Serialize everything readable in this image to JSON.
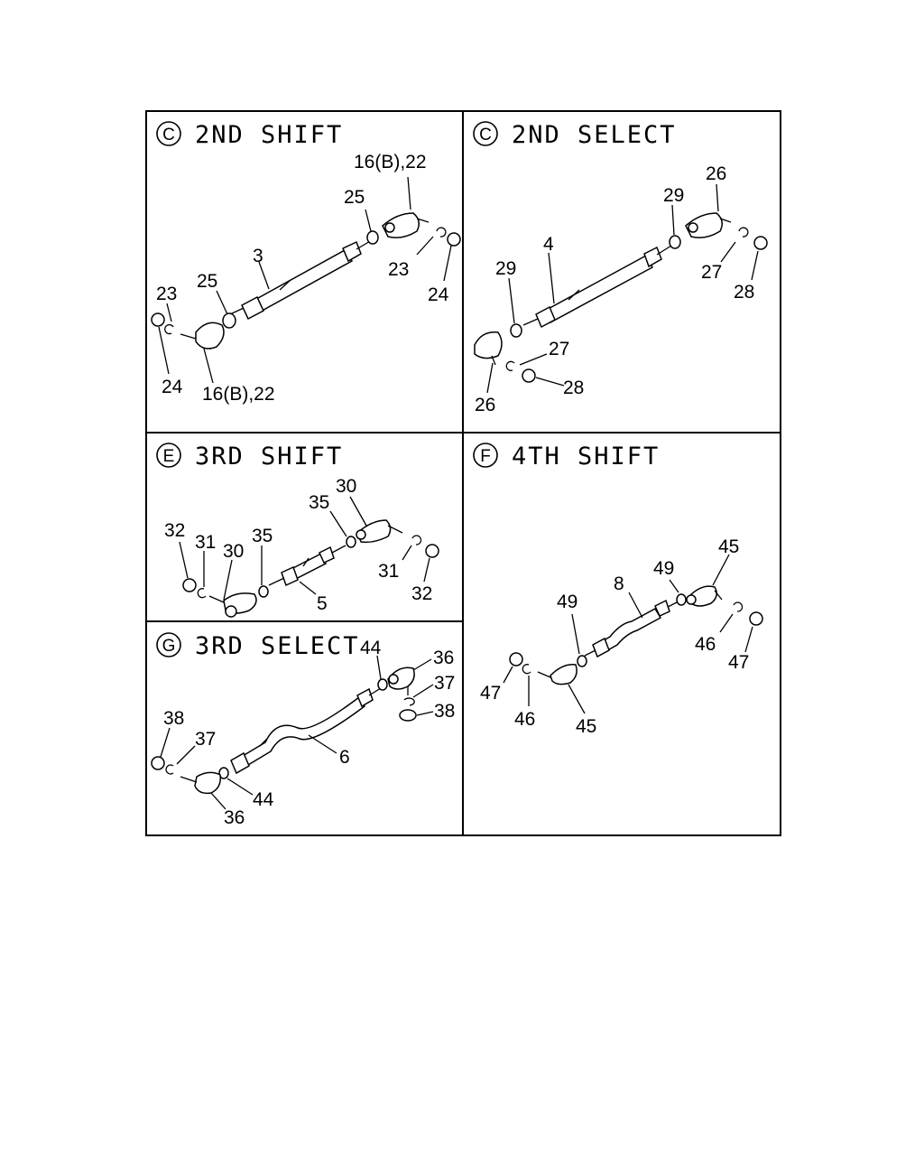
{
  "panels": {
    "c_shift": {
      "letter": "C",
      "title": "2ND SHIFT"
    },
    "c_select": {
      "letter": "C",
      "title": "2ND SELECT"
    },
    "e_shift": {
      "letter": "E",
      "title": "3RD SHIFT"
    },
    "f_shift": {
      "letter": "F",
      "title": "4TH SHIFT"
    },
    "g_select": {
      "letter": "G",
      "title": "3RD SELECT"
    }
  },
  "callouts": {
    "p16b22_top": "16(B),22",
    "p25_top": "25",
    "p23_right": "23",
    "p24_right": "24",
    "p3": "3",
    "p25_left": "25",
    "p23_left": "23",
    "p24_left": "24",
    "p16b22_bottom": "16(B),22",
    "p26_top": "26",
    "p29_top": "29",
    "p27_right": "27",
    "p28_right": "28",
    "p4": "4",
    "p29_left": "29",
    "p27_bottom": "27",
    "p28_bottom": "28",
    "p26_bottom": "26",
    "p30_top": "30",
    "p35_top": "35",
    "p32_left": "32",
    "p31_left": "31",
    "p30_left": "30",
    "p35_left": "35",
    "p31_right": "31",
    "p32_right": "32",
    "p5": "5",
    "p44_top": "44",
    "p36_top": "36",
    "p37_right": "37",
    "p38_right": "38",
    "p38_left": "38",
    "p37_left": "37",
    "p6": "6",
    "p44_bottom": "44",
    "p36_bottom": "36",
    "p45_top": "45",
    "p49_top": "49",
    "p8": "8",
    "p49_left": "49",
    "p46_right": "46",
    "p47_right": "47",
    "p47_left": "47",
    "p46_left": "46",
    "p45_bottom": "45"
  }
}
